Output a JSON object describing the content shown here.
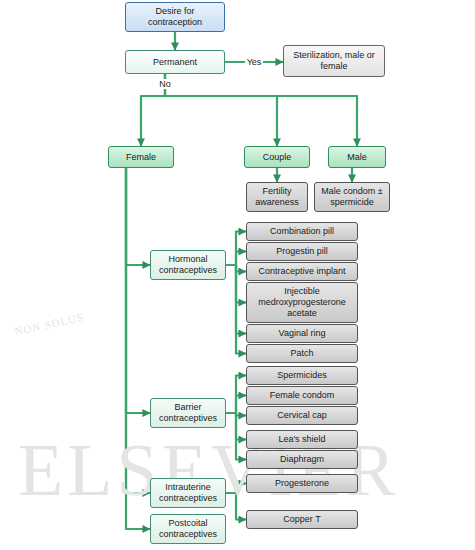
{
  "diagram": {
    "nodes": [
      {
        "text": [
          "Desire for contraception"
        ]
      },
      {
        "text": [
          "Permanent"
        ]
      },
      {
        "text": [
          "Sterilization, male or female"
        ]
      },
      {
        "text": [
          "Female"
        ]
      },
      {
        "text": [
          "Couple"
        ]
      },
      {
        "text": [
          "Male"
        ]
      },
      {
        "text": [
          "Fertility awareness"
        ]
      },
      {
        "text": [
          "Male condom ± spermicide"
        ]
      },
      {
        "text": [
          "Hormonal contraceptives"
        ]
      },
      {
        "text": [
          "Combination pill"
        ]
      },
      {
        "text": [
          "Progestin pill"
        ]
      },
      {
        "text": [
          "Contraceptive implant"
        ]
      },
      {
        "text": [
          "Injectible medroxyprogesterone acetate"
        ]
      },
      {
        "text": [
          "Vaginal ring"
        ]
      },
      {
        "text": [
          "Patch"
        ]
      },
      {
        "text": [
          "Barrier contraceptives"
        ]
      },
      {
        "text": [
          "Spermicides"
        ]
      },
      {
        "text": [
          "Female condom"
        ]
      },
      {
        "text": [
          "Cervical cap"
        ]
      },
      {
        "text": [
          "Lea's shield"
        ]
      },
      {
        "text": [
          "Diaphragm"
        ]
      },
      {
        "text": [
          "Intrauterine contraceptives"
        ]
      },
      {
        "text": [
          "Progesterone"
        ]
      },
      {
        "text": [
          "Copper T"
        ]
      },
      {
        "text": [
          "Postcoital contraceptives"
        ]
      }
    ],
    "edges": [
      {
        "from": 0,
        "to": 1,
        "arrow": "to"
      },
      {
        "from": 1,
        "to": 2,
        "label": "Yes",
        "arrow": "to"
      },
      {
        "from": 1,
        "to": 3,
        "label": "No",
        "arrow": "to"
      },
      {
        "from": 1,
        "to": 4,
        "arrow": "to"
      },
      {
        "from": 1,
        "to": 5,
        "arrow": "to"
      },
      {
        "from": 4,
        "to": 6,
        "arrow": "to"
      },
      {
        "from": 5,
        "to": 7,
        "arrow": "to"
      },
      {
        "from": 3,
        "to": 8,
        "arrow": "to"
      },
      {
        "from": 3,
        "to": 15,
        "arrow": "to"
      },
      {
        "from": 3,
        "to": 21,
        "arrow": "to"
      },
      {
        "from": 3,
        "to": 24,
        "arrow": "to"
      },
      {
        "from": 8,
        "to": 9,
        "arrow": "to"
      },
      {
        "from": 8,
        "to": 10,
        "arrow": "to"
      },
      {
        "from": 8,
        "to": 11,
        "arrow": "to"
      },
      {
        "from": 8,
        "to": 12,
        "arrow": "to"
      },
      {
        "from": 8,
        "to": 13,
        "arrow": "to"
      },
      {
        "from": 8,
        "to": 14,
        "arrow": "to"
      },
      {
        "from": 15,
        "to": 16,
        "arrow": "to"
      },
      {
        "from": 15,
        "to": 17,
        "arrow": "to"
      },
      {
        "from": 15,
        "to": 18,
        "arrow": "to"
      },
      {
        "from": 15,
        "to": 19,
        "arrow": "to"
      },
      {
        "from": 15,
        "to": 20,
        "arrow": "to"
      },
      {
        "from": 21,
        "to": 22,
        "arrow": "to"
      },
      {
        "from": 21,
        "to": 23,
        "arrow": "to"
      }
    ],
    "labels": [
      "NON SOLUS",
      "ELSEVIER"
    ]
  }
}
